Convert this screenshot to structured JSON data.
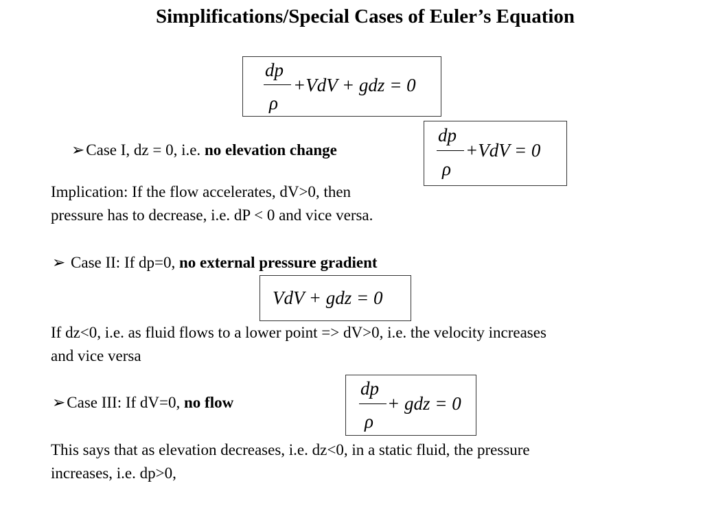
{
  "title": "Simplifications/Special Cases of Euler’s Equation",
  "main_equation": {
    "numerator": "dp",
    "denominator": "ρ",
    "rest": "+VdV + gdz = 0"
  },
  "case1": {
    "bullet": "➢",
    "label": "Case I, dz = 0, i.e. ",
    "bold": "no elevation change",
    "equation": {
      "numerator": "dp",
      "denominator": "ρ",
      "rest": "+VdV = 0"
    },
    "implication_line1": "Implication: If the flow accelerates, dV>0, then",
    "implication_line2": "pressure has to decrease, i.e. dP < 0 and vice versa."
  },
  "case2": {
    "bullet": "➢",
    "label": " Case II: If dp=0, ",
    "bold": "no external pressure gradient",
    "equation": "VdV + gdz = 0",
    "text_line1": "If dz<0, i.e. as fluid flows to a lower point => dV>0, i.e. the velocity increases",
    "text_line2": "and vice versa"
  },
  "case3": {
    "bullet": "➢",
    "label": "Case III: If dV=0, ",
    "bold": "no flow",
    "equation": {
      "numerator": "dp",
      "denominator": "ρ",
      "rest": "+ gdz = 0"
    },
    "text_line1": "This says that as elevation decreases, i.e. dz<0, in a static fluid, the pressure",
    "text_line2": "increases, i.e. dp>0,"
  }
}
